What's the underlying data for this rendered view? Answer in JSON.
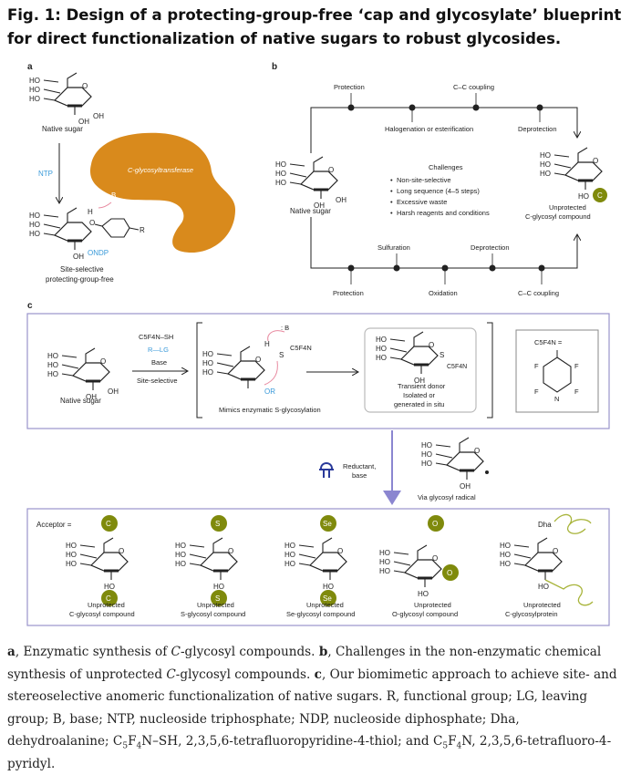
{
  "figure_title": "Fig. 1: Design of a protecting-group-free ‘cap and glycosylate’ blueprint for direct functionalization of native sugars to robust glycosides.",
  "panel_a": {
    "label": "a",
    "native_sugar": "Native sugar",
    "ntp": "NTP",
    "enzyme": "C-glycosyltransferase",
    "base_b": "B",
    "r": "R",
    "h": "H",
    "o": "O",
    "ndp": "ONDP",
    "product_line1": "Site-selective",
    "product_line2": "protecting-group-free"
  },
  "panel_b": {
    "label": "b",
    "top_steps": [
      "Protection",
      "C–C coupling"
    ],
    "top_mid_steps": [
      "Halogenation or esterification",
      "Deprotection"
    ],
    "bottom_mid_steps": [
      "Sulfuration",
      "Deprotection"
    ],
    "bottom_steps": [
      "Protection",
      "Oxidation",
      "C–C coupling"
    ],
    "native_sugar": "Native sugar",
    "challenges_title": "Challenges",
    "challenges": [
      "Non-site-selective",
      "Long sequence (4–5 steps)",
      "Excessive waste",
      "Harsh reagents and conditions"
    ],
    "product_line1": "Unprotected",
    "product_line2": "C-glycosyl compound"
  },
  "panel_c": {
    "label": "c",
    "native_sugar": "Native sugar",
    "reagent1": "C5F4N–SH",
    "reagent2": "R—LG",
    "reagent3": "Base",
    "reagent4": "Site-selective",
    "mimic": "Mimics enzymatic S-glycosylation",
    "b": ": B",
    "h": "H",
    "s": "S",
    "c5f4n": "C5F4N",
    "or": "OR",
    "transient1": "Transient donor",
    "transient2": "Isolated or",
    "transient3": "generated in situ",
    "pyridyl_label": "C5F4N =",
    "f": "F",
    "n": "N",
    "reductant1": "Reductant,",
    "reductant2": "base",
    "radical": "Via glycosyl radical",
    "acceptor_label": "Acceptor =",
    "dha": "Dha",
    "acceptors": [
      {
        "atom": "C",
        "line1": "Unprotected",
        "line2": "C-glycosyl compound"
      },
      {
        "atom": "S",
        "line1": "Unprotected",
        "line2": "S-glycosyl compound"
      },
      {
        "atom": "Se",
        "line1": "Unprotected",
        "line2": "Se-glycosyl compound"
      },
      {
        "atom": "O",
        "line1": "Unprotected",
        "line2": "O-glycosyl compound"
      },
      {
        "atom": "",
        "line1": "Unprotected",
        "line2": "C-glycosylprotein"
      }
    ]
  },
  "sugar_atoms": {
    "ho": "HO",
    "o": "O",
    "oh": "OH"
  },
  "caption": {
    "a_label": "a",
    "a_text": ", Enzymatic synthesis of ",
    "a_italic": "C",
    "a_rest": "-glycosyl compounds. ",
    "b_label": "b",
    "b_text": ", Challenges in the non-enzymatic chemical synthesis of unprotected ",
    "b_italic": "C",
    "b_rest": "-glycosyl compounds. ",
    "c_label": "c",
    "c_text": ", Our biomimetic approach to achieve site- and stereoselective anomeric functionalization of native sugars. R, functional group; LG, leaving group; B, base; NTP, nucleoside triphosphate; NDP, nucleoside diphosphate; Dha, dehydroalanine; C",
    "c_sub1": "5",
    "c_mid1": "F",
    "c_sub2": "4",
    "c_mid2": "N–SH, 2,3,5,6-tetrafluoropyridine-4-thiol; and C",
    "c_sub3": "5",
    "c_mid3": "F",
    "c_sub4": "4",
    "c_end": "N, 2,3,5,6-tetrafluoro-4-pyridyl."
  },
  "colors": {
    "olive": "#7f8a0c",
    "enzyme": "#d98a1c",
    "blue": "#3a9ad9",
    "panel_border": "#9a94cc",
    "arrow_blue": "#8b86d0",
    "pink": "#e88aa0"
  }
}
